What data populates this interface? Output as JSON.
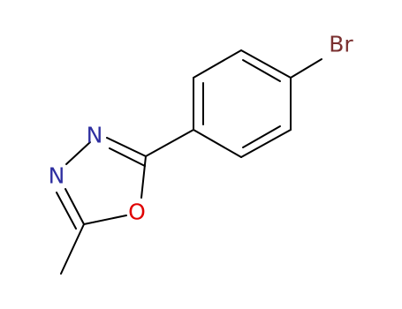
{
  "molecule": {
    "atoms": {
      "bromine": {
        "label": "Br",
        "color": "#7a2f2f"
      },
      "nitrogen_upper": {
        "label": "N",
        "color": "#2e2fa0"
      },
      "nitrogen_lower": {
        "label": "N",
        "color": "#2e2fa0"
      },
      "oxygen": {
        "label": "O",
        "color": "#e00000"
      }
    },
    "bond_color": "#000000",
    "background": "#ffffff"
  }
}
